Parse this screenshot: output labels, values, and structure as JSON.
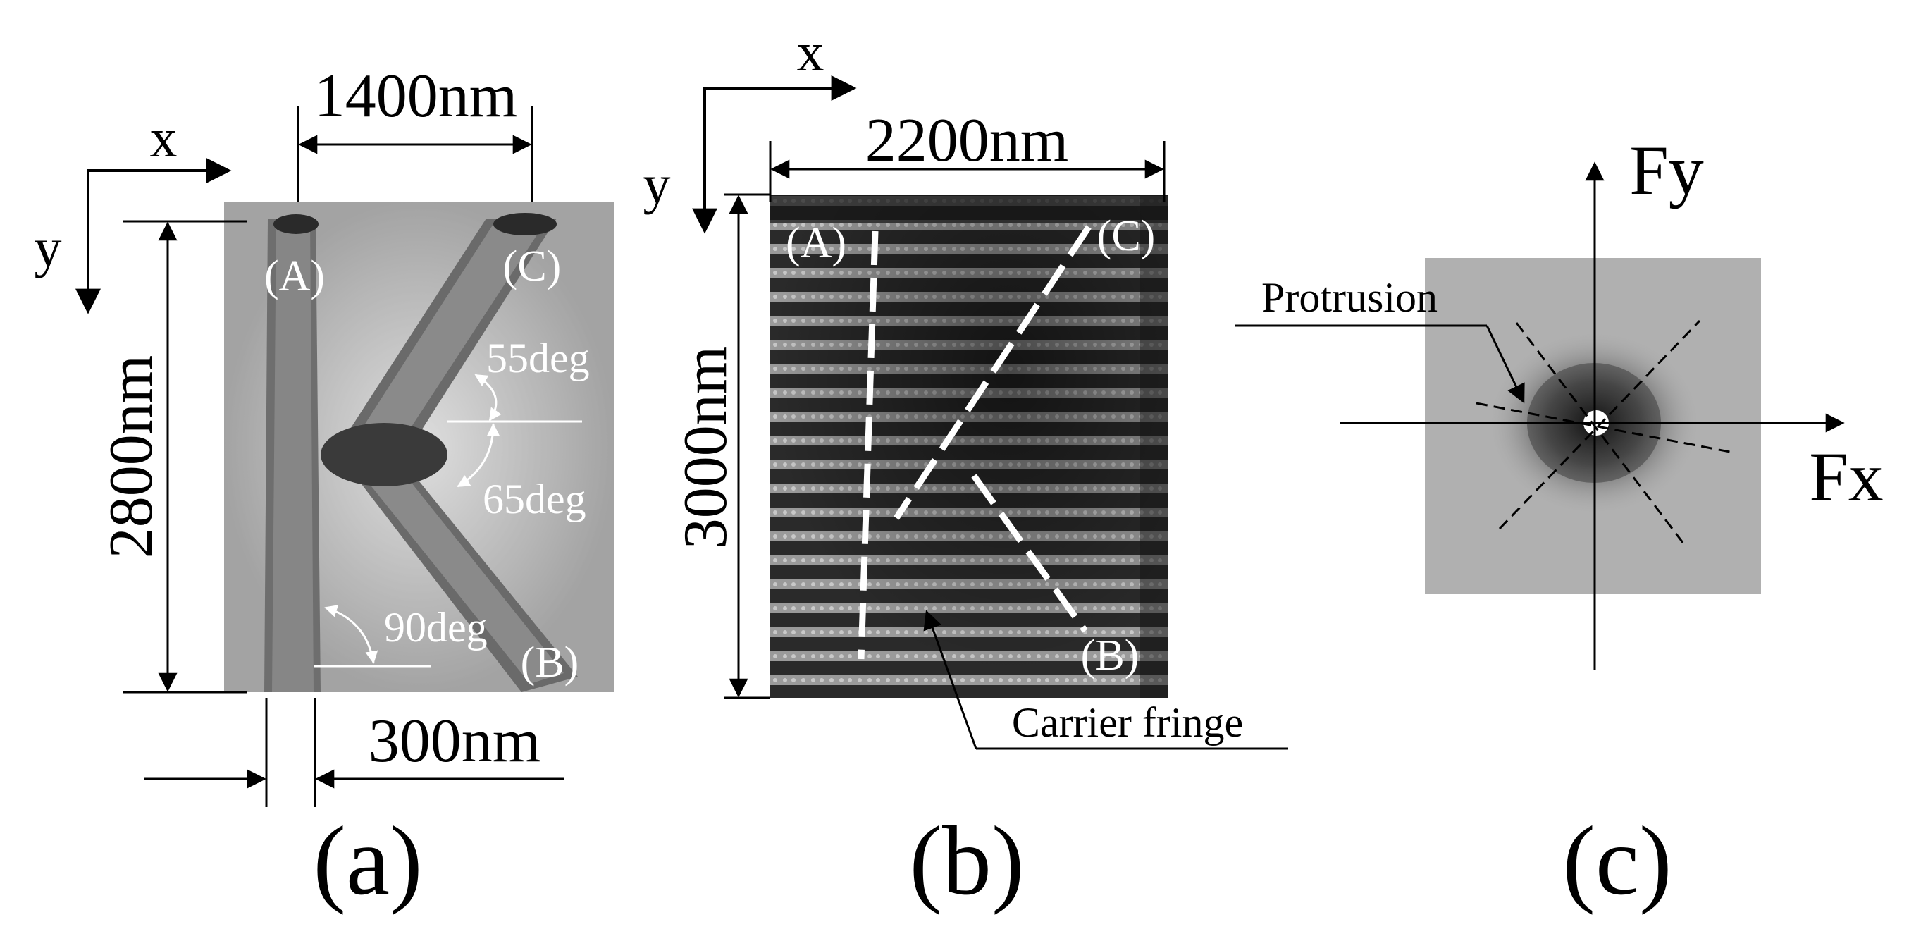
{
  "panel_a": {
    "axis_x": "x",
    "axis_y": "y",
    "dim_width": "1400nm",
    "dim_height": "2800nm",
    "dim_bar": "300nm",
    "label_A": "(A)",
    "label_B": "(B)",
    "label_C": "(C)",
    "angle_1": "55deg",
    "angle_2": "65deg",
    "angle_3": "90deg",
    "caption": "(a)"
  },
  "panel_b": {
    "axis_x": "x",
    "axis_y": "y",
    "dim_width": "2200nm",
    "dim_height": "3000nm",
    "label_A": "(A)",
    "label_B": "(B)",
    "label_C": "(C)",
    "callout": "Carrier fringe",
    "caption": "(b)"
  },
  "panel_c": {
    "axis_fx": "Fx",
    "axis_fy": "Fy",
    "callout": "Protrusion",
    "caption": "(c)"
  }
}
